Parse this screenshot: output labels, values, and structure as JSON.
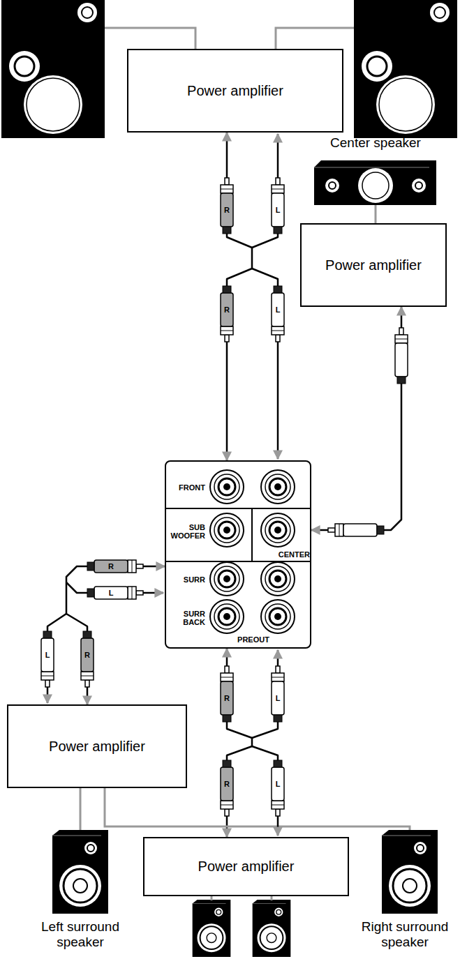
{
  "diagram": {
    "nodes": [
      {
        "text": [
          "Power amplifier"
        ]
      },
      {
        "text": [
          "Power amplifier"
        ]
      },
      {
        "text": [
          "FRONT",
          "SUB WOOFER",
          "CENTER",
          "SURR",
          "SURR BACK",
          "PREOUT"
        ]
      },
      {
        "text": [
          "Power amplifier"
        ]
      },
      {
        "text": [
          "Power amplifier"
        ]
      }
    ],
    "edges": [
      {
        "from": 2,
        "to": 0,
        "arrow": "both"
      },
      {
        "from": 2,
        "to": 1,
        "arrow": "both"
      },
      {
        "from": 2,
        "to": 3,
        "arrow": "both"
      },
      {
        "from": 2,
        "to": 4,
        "arrow": "both"
      }
    ],
    "labels": [
      "R",
      "L",
      "Center speaker",
      "R",
      "L",
      "R",
      "L",
      "L",
      "R",
      "R",
      "L",
      "R",
      "L",
      "Left surround speaker",
      "Right surround speaker"
    ]
  }
}
